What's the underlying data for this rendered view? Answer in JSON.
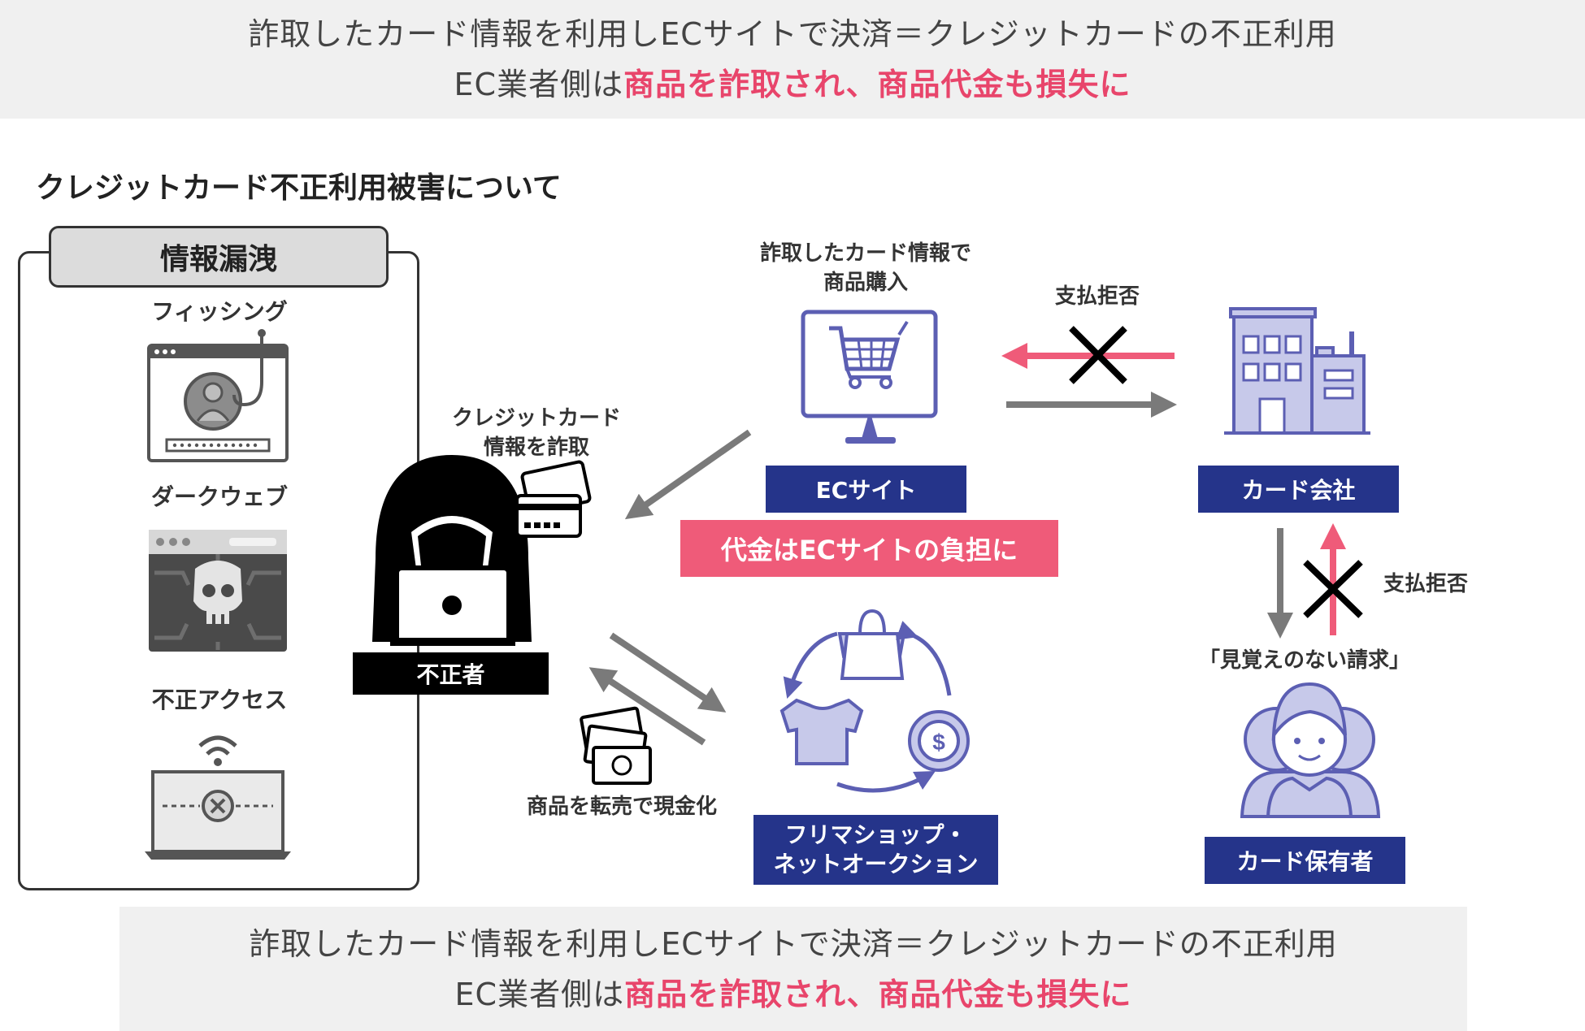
{
  "banner": {
    "line1": "詐取したカード情報を利用しECサイトで決済＝クレジットカードの不正利用",
    "line2_prefix": "EC業者側は",
    "line2_emph": "商品を詐取され、商品代金も損失に"
  },
  "section_title": "クレジットカード不正利用被害について",
  "leak": {
    "header": "情報漏洩",
    "items": [
      {
        "label": "フィッシング",
        "icon": "phishing-icon"
      },
      {
        "label": "ダークウェブ",
        "icon": "dark-web-icon"
      },
      {
        "label": "不正アクセス",
        "icon": "unauthorized-access-icon"
      }
    ]
  },
  "actors": {
    "fraudster": {
      "label": "不正者",
      "icon": "hacker-icon"
    },
    "ec_site": {
      "label": "ECサイト",
      "icon": "shopping-cart-monitor-icon"
    },
    "card_company": {
      "label": "カード会社",
      "icon": "office-building-icon"
    },
    "card_holder": {
      "label": "カード保有者",
      "icon": "people-icon"
    },
    "resale": {
      "label_line1": "フリマショップ・",
      "label_line2": "ネットオークション",
      "icon": "resale-cycle-icon"
    }
  },
  "annotations": {
    "steal_line1": "クレジットカード",
    "steal_line2": "情報を詐取",
    "purchase_line1": "詐取したカード情報で",
    "purchase_line2": "商品購入",
    "refuse_top": "支払拒否",
    "refuse_right": "支払拒否",
    "burden": "代金はECサイトの負担に",
    "unknown_charge": "「見覚えのない請求」",
    "resell": "商品を転売で現金化"
  },
  "colors": {
    "navy": "#25348a",
    "pink": "#ef5b79",
    "accent_text": "#e8456b",
    "icon_purple": "#5c5fb3",
    "icon_fill": "#c7c9ea",
    "gray_arrow": "#7a7a7a"
  }
}
